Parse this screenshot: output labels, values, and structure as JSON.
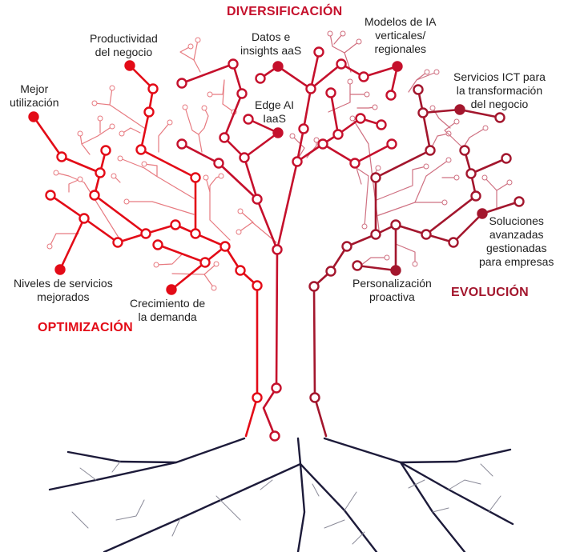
{
  "colors": {
    "optimization": "#e30b17",
    "diversification": "#c5102c",
    "evolution": "#a3162d",
    "roots": "#1d1b3a"
  },
  "sections": {
    "diversification": "DIVERSIFICACIÓN",
    "optimization": "OPTIMIZACIÓN",
    "evolution": "EVOLUCIÓN"
  },
  "labels": {
    "productividad": [
      "Productividad",
      "del negocio"
    ],
    "mejor": [
      "Mejor",
      "utilización"
    ],
    "niveles": [
      "Niveles de servicios",
      "mejorados"
    ],
    "crecimiento": [
      "Crecimiento de",
      "la demanda"
    ],
    "datos": [
      "Datos e",
      "insights aaS"
    ],
    "edge": [
      "Edge AI",
      "IaaS"
    ],
    "modelos": [
      "Modelos de IA",
      "verticales/",
      "regionales"
    ],
    "servicios": [
      "Servicios ICT para",
      "la transformación",
      "del negocio"
    ],
    "soluciones": [
      "Soluciones",
      "avanzadas",
      "gestionadas",
      "para empresas"
    ],
    "personalizacion": [
      "Personalización",
      "proactiva"
    ]
  }
}
